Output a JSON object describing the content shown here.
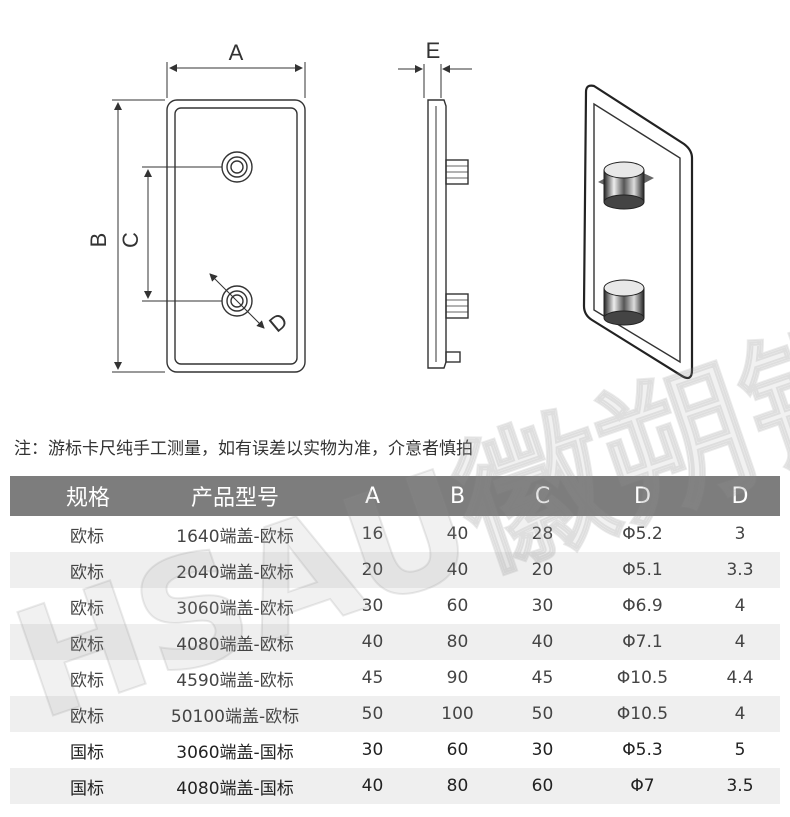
{
  "labels": {
    "a": "A",
    "b": "B",
    "c": "C",
    "d": "D",
    "e": "E"
  },
  "note": "注：游标卡尺纯手工测量，如有误差以实物为准，介意者慎拍",
  "table": {
    "headers": [
      "规格",
      "产品型号",
      "A",
      "B",
      "C",
      "D",
      "D"
    ],
    "rows": [
      [
        "欧标",
        "1640端盖-欧标",
        "16",
        "40",
        "28",
        "Φ5.2",
        "3"
      ],
      [
        "欧标",
        "2040端盖-欧标",
        "20",
        "40",
        "20",
        "Φ5.1",
        "3.3"
      ],
      [
        "欧标",
        "3060端盖-欧标",
        "30",
        "60",
        "30",
        "Φ6.9",
        "4"
      ],
      [
        "欧标",
        "4080端盖-欧标",
        "40",
        "80",
        "40",
        "Φ7.1",
        "4"
      ],
      [
        "欧标",
        "4590端盖-欧标",
        "45",
        "90",
        "45",
        "Φ10.5",
        "4.4"
      ],
      [
        "欧标",
        "50100端盖-欧标",
        "50",
        "100",
        "50",
        "Φ10.5",
        "4"
      ],
      [
        "国标",
        "3060端盖-国标",
        "30",
        "60",
        "30",
        "Φ5.3",
        "5"
      ],
      [
        "国标",
        "4080端盖-国标",
        "40",
        "80",
        "60",
        "Φ7",
        "3.5"
      ]
    ]
  },
  "watermark": "HSAU徽朔铝业",
  "colors": {
    "header_bg": "#7d7d7d",
    "stripe": "#efefef",
    "line": "#444444"
  }
}
